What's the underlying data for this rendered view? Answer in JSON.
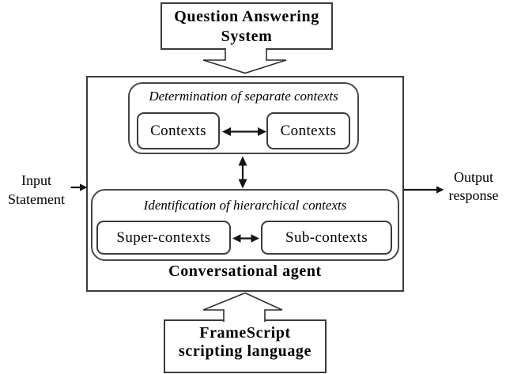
{
  "figure": {
    "background": "#ffffff",
    "border_color": "#3b3b3b",
    "arrow_color": "#151515",
    "text_color": "#000000"
  },
  "top_box": {
    "lines": [
      "Question Answering",
      "System"
    ]
  },
  "agent": {
    "caption": "Conversational agent",
    "separate_group": {
      "title": "Determination of separate contexts",
      "left_box_label": "Contexts",
      "right_box_label": "Contexts"
    },
    "hierarchical_group": {
      "title": "Identification of hierarchical contexts",
      "left_box_label": "Super-contexts",
      "right_box_label": "Sub-contexts"
    }
  },
  "input_label": {
    "lines": [
      "Input",
      "Statement"
    ]
  },
  "output_label": {
    "lines": [
      "Output",
      "response"
    ]
  },
  "bottom_box": {
    "lines": [
      "FrameScript",
      "scripting language"
    ]
  }
}
